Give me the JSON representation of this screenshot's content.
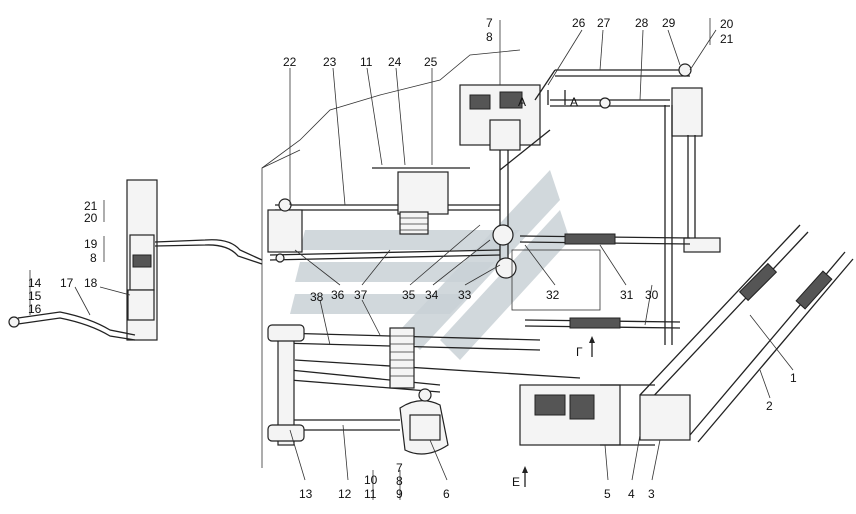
{
  "callouts": {
    "n1": "1",
    "n2": "2",
    "n3": "3",
    "n4": "4",
    "n5": "5",
    "n6": "6",
    "n12": "12",
    "n13": "13",
    "n17": "17",
    "n18": "18",
    "n22": "22",
    "n23": "23",
    "n11": "11",
    "n24": "24",
    "n25": "25",
    "n26": "26",
    "n27": "27",
    "n28": "28",
    "n29": "29",
    "n30": "30",
    "n31": "31",
    "n32": "32",
    "n33": "33",
    "n34": "34",
    "n35": "35",
    "n36": "36",
    "n37": "37",
    "n38": "38",
    "s_7_8_top": [
      "7",
      "8"
    ],
    "s_20_21_top": [
      "20",
      "21"
    ],
    "s_21_20_left": [
      "21",
      "20"
    ],
    "s_19_8_left": [
      "19",
      "8"
    ],
    "s_14_15_16": [
      "14",
      "15",
      "16"
    ],
    "s_10_11": [
      "10",
      "11"
    ],
    "s_7_8_9": [
      "7",
      "8",
      "9"
    ]
  },
  "view_marks": {
    "section_a_left": "A",
    "section_a_right": "A",
    "view_g": "Г",
    "view_e": "Е"
  }
}
